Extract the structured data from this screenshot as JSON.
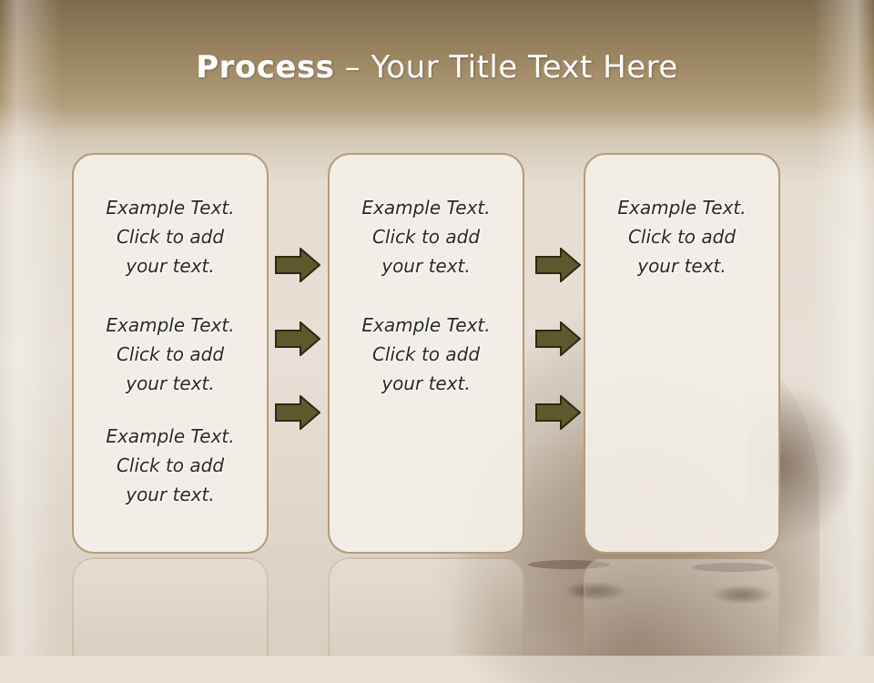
{
  "title": {
    "bold": "Process",
    "rest": " – Your Title Text Here"
  },
  "colors": {
    "arrow_fill": "#5c5a2c",
    "arrow_stroke": "#2c2a10",
    "panel_border": "#b59d74",
    "panel_fill": "#f3efe8"
  },
  "panels": [
    {
      "texts": [
        "Example Text.\nClick  to add\nyour text.",
        "Example Text.\nClick  to add\nyour text.",
        "Example Text.\nClick  to add\nyour text."
      ]
    },
    {
      "texts": [
        "Example Text.\nClick  to add\nyour text.",
        "Example Text.\nClick  to add\nyour text."
      ]
    },
    {
      "texts": [
        "Example Text.\nClick  to add\nyour text."
      ]
    }
  ],
  "arrows": {
    "icon": "right-arrow-icon",
    "count_per_gap": 3
  }
}
